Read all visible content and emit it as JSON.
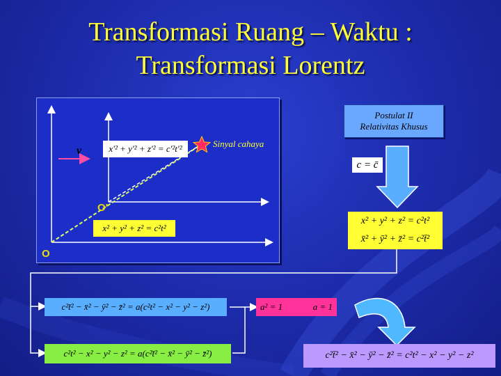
{
  "slide": {
    "title_line1": "Transformasi Ruang – Waktu :",
    "title_line2": "Transformasi Lorentz"
  },
  "figure": {
    "velocity_label": "v",
    "origin_moving_label": "O'",
    "origin_rest_label": "O",
    "signal_label": "Sinyal cahaya",
    "eq_moving": "x'² + y'² + z'² = c'²t'²",
    "eq_rest": "x² + y² + z² = c²t²"
  },
  "postulate": {
    "line1": "Postulat II",
    "line2": "Relativitas Khusus",
    "eq_c": "c = c̄"
  },
  "equations": {
    "pair_line1": "x² + y² + z² = c²t²",
    "pair_line2": "x̄² + ȳ² + z̄² = c²t̄²",
    "eq_a_left": "c²t̄² − x̄² − ȳ² − z̄² = a(c²t² − x² − y² − z²)",
    "eq_a_result_left": "a² = 1",
    "eq_a_result_right": "a = 1",
    "eq_b_left": "c²t² − x² − y² − z² = a(c²t̄² − x̄² − ȳ² − z̄²)",
    "eq_final": "c²t̄² − x̄² − ȳ² − z̄² = c²t² − x² − y² − z²"
  },
  "colors": {
    "background": "#1c2aa8",
    "title": "#ffff33",
    "arrow_down": "#5aaeff",
    "arrow_curved": "#4fb8ff"
  }
}
